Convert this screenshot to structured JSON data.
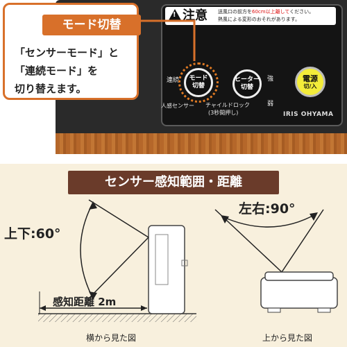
{
  "callout": {
    "title": "モード切替",
    "body_line1": "「センサーモード」と",
    "body_line2": "「連続モード」を",
    "body_line3": "切り替えます。"
  },
  "panel": {
    "caution_title": "注意",
    "caution_line1_a": "送風口の前方を",
    "caution_line1_highlight": "60cm以上離して",
    "caution_line1_b": "ください。",
    "caution_line2": "熱風による変形のおそれがあります。",
    "label_continuous": "連続",
    "label_sensor": "人感センサー",
    "mode_button_line1": "モード",
    "mode_button_line2": "切替",
    "label_child_lock": "チャイルドロック",
    "label_child_lock_note": "(3秒間押し)",
    "heater_button_line1": "ヒーター",
    "heater_button_line2": "切替",
    "label_strong": "強",
    "label_weak": "弱",
    "power_button_line1": "電源",
    "power_button_line2": "切/入",
    "brand": "IRIS OHYAMA"
  },
  "sensor": {
    "section_title": "センサー感知範囲・距離",
    "vertical_angle": "上下:60°",
    "horizontal_angle": "左右:90°",
    "distance": "感知距離 2m",
    "side_view_caption": "横から見た図",
    "top_view_caption": "上から見た図"
  },
  "colors": {
    "accent_orange": "#d8702a",
    "title_brown": "#6a3b2a",
    "background_cream": "#f8f0dd",
    "power_yellow": "#f3ec3a",
    "caution_red": "#d11111"
  }
}
